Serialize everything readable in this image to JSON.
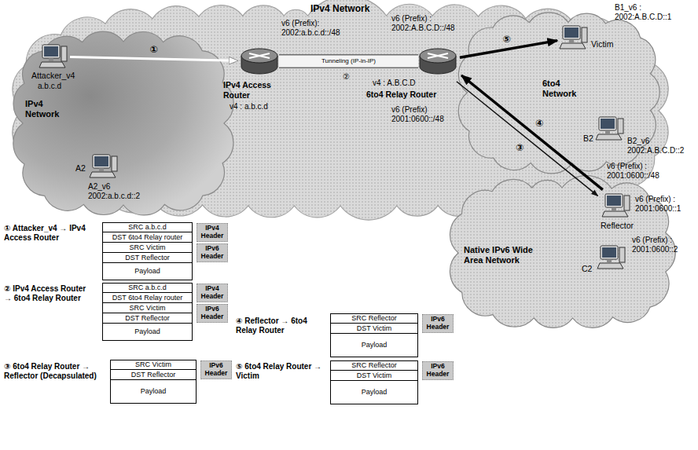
{
  "diagram": {
    "nodes": [
      {
        "text": [
          "IPv4 Network"
        ]
      },
      {
        "text": [
          "IPv4 Network"
        ],
        "in": 0
      },
      {
        "text": [
          "Attacker_v4",
          "a.b.c.d"
        ],
        "in": 1
      },
      {
        "text": [
          "A2",
          "A2_v6 2002:a.b.c.d::2"
        ],
        "in": 1
      },
      {
        "text": [
          "v6 (Prefix): 2002:a.b.c.d::/48",
          "IPv4 Access Router",
          "v4 : a.b.c.d"
        ],
        "in": 0
      },
      {
        "text": [
          "v6 (Prefix) : 2002:A.B.C.D::/48",
          "v4 : A.B.C.D",
          "6to4 Relay Router",
          "v6 (Prefix) 2001:0600::/48"
        ],
        "in": 0
      },
      {
        "text": [
          "6to4 Network"
        ],
        "in": 0
      },
      {
        "text": [
          "B1_v6 : 2002:A.B.C.D::1",
          "Victim"
        ],
        "in": 6
      },
      {
        "text": [
          "B2",
          "B2_v6 2002:A.B.C.D::2"
        ],
        "in": 6
      },
      {
        "text": [
          "Native IPv6 Wide Area Network"
        ]
      },
      {
        "text": [
          "v6 (Prefix) : 2001:0600::/48",
          "Reflector",
          "v6 (Prefix) : 2001:0600::1"
        ],
        "in": 9
      },
      {
        "text": [
          "v6 (Prefix) : 2001:0600::2",
          "C2"
        ],
        "in": 9
      }
    ],
    "edges": [
      {
        "from": 2,
        "to": 4,
        "arrow": "to",
        "label": "①"
      },
      {
        "from": 4,
        "to": 5,
        "arrow": "none",
        "label": "Tunneling (IP-in-IP)"
      },
      {
        "from": 5,
        "to": 10,
        "arrow": "to",
        "label": "③"
      },
      {
        "from": 10,
        "to": 5,
        "arrow": "to",
        "label": "④"
      },
      {
        "from": 5,
        "to": 7,
        "arrow": "to",
        "label": "⑤"
      }
    ],
    "labels": [
      "②",
      "① Attacker_v4 → IPv4 Access Router",
      "SRC a.b.c.d",
      "DST 6to4 Relay router",
      "SRC Victim",
      "DST Reflector",
      "Payload",
      "IPv4 Header",
      "IPv6 Header",
      "② IPv4 Access Router → 6to4 Relay Router",
      "SRC a.b.c.d",
      "DST 6to4 Relay router",
      "SRC Victim",
      "DST Reflector",
      "Payload",
      "IPv4 Header",
      "IPv6 Header",
      "③ 6to4 Relay Router → Reflector (Decapsulated)",
      "SRC Victim",
      "DST Reflector",
      "Payload",
      "IPv6 Header",
      "④ Reflector → 6to4 Relay Router",
      "SRC Reflector",
      "DST Victim",
      "Payload",
      "IPv6 Header",
      "⑤ 6to4 Relay Router → Victim",
      "SRC Reflector",
      "DST Victim",
      "Payload",
      "IPv6 Header"
    ]
  }
}
